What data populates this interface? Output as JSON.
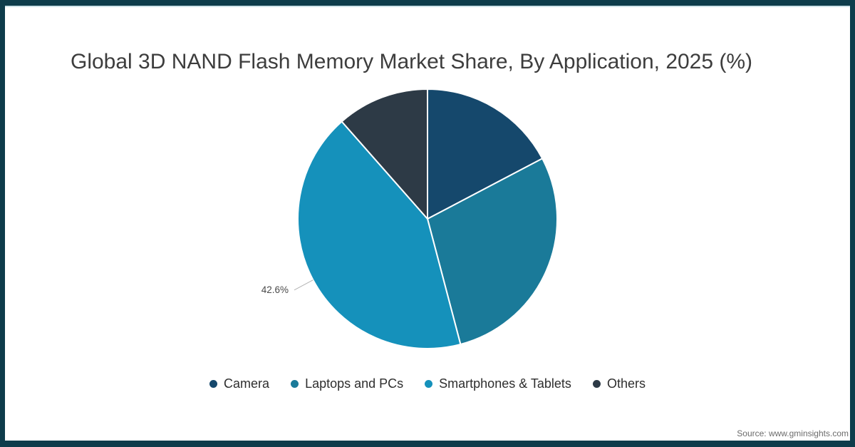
{
  "header": {
    "title": "Global 3D NAND Flash Memory Market Share, By Application, 2025 (%)"
  },
  "chart_data": {
    "type": "pie",
    "title": "Global 3D NAND Flash Memory Market Share, By Application, 2025 (%)",
    "categories": [
      "Camera",
      "Laptops and PCs",
      "Smartphones & Tablets",
      "Others"
    ],
    "values": [
      17.3,
      28.6,
      42.6,
      11.5
    ],
    "colors": [
      "#15486c",
      "#1a7a99",
      "#1591bb",
      "#2d3a46"
    ],
    "slice_labels": [
      "",
      "",
      "42.6%",
      ""
    ],
    "labeled_values": {
      "Smartphones & Tablets": "42.6%"
    },
    "start_angle_deg": 0,
    "direction": "clockwise",
    "legend_position": "bottom",
    "slice_border_color": "#ffffff"
  },
  "legend": {
    "items": [
      {
        "label": "Camera",
        "color": "#15486c"
      },
      {
        "label": "Laptops and PCs",
        "color": "#1a7a99"
      },
      {
        "label": "Smartphones & Tablets",
        "color": "#1591bb"
      },
      {
        "label": "Others",
        "color": "#2d3a46"
      }
    ]
  },
  "footer": {
    "source": "Source: www.gminsights.com"
  },
  "colors": {
    "frame": "#0e3c4b",
    "frame_accent": "#cfe3e9",
    "background": "#ffffff",
    "title_text": "#3d3d3d",
    "legend_text": "#2e2e2e",
    "label_text": "#4a4a4a",
    "leader_line": "#b3b3b3",
    "source_text": "#6b6b6b"
  }
}
